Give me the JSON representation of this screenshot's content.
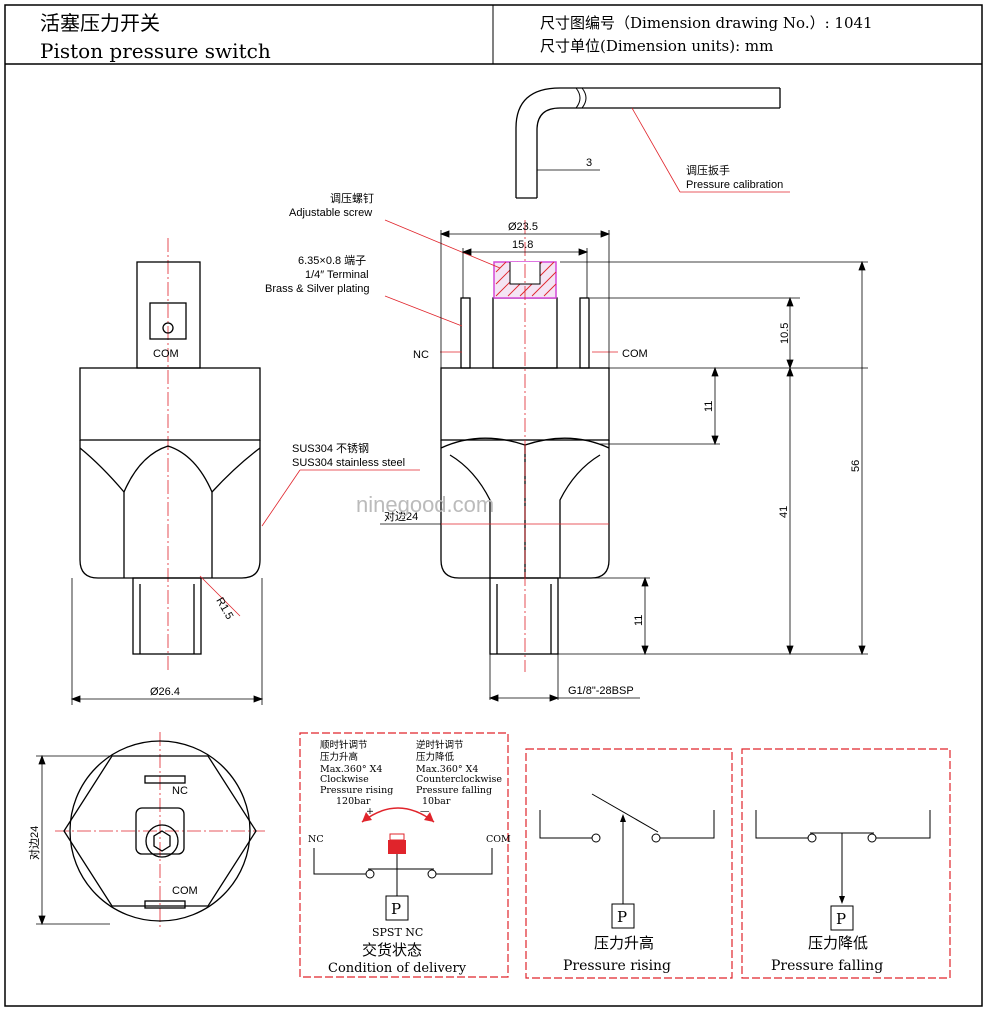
{
  "header": {
    "title_cn": "活塞压力开关",
    "title_en": "Piston pressure switch",
    "drawing_no": "尺寸图编号（Dimension drawing No.）: 1041",
    "units": "尺寸单位(Dimension units): mm"
  },
  "labels": {
    "calibration_cn": "调压扳手",
    "calibration_en": "Pressure calibration",
    "screw_cn": "调压螺钉",
    "screw_en": "Adjustable screw",
    "terminal_1": "6.35×0.8 端子",
    "terminal_2": "1/4″ Terminal",
    "terminal_3": "Brass & Silver plating",
    "material_cn": "SUS304 不锈钢",
    "material_en": "SUS304 stainless steel",
    "com": "COM",
    "nc": "NC",
    "watermark": "ninegood.com"
  },
  "dimensions": {
    "d3": "3",
    "d23_5": "Ø23.5",
    "d15_8": "15.8",
    "d10_5": "10.5",
    "d11_a": "11",
    "d56": "56",
    "d41": "41",
    "d11_b": "11",
    "flat24": "对边24",
    "r1_5": "R1.5",
    "d26_4": "Ø26.4",
    "thread": "G1/8\"-28BSP",
    "flat24_v": "对边24"
  },
  "adjust_panel": {
    "cw_cn1": "顺时针调节",
    "cw_cn2": "压力升高",
    "cw_max": "Max.360° X4",
    "cw_en1": "Clockwise",
    "cw_en2": "Pressure rising",
    "cw_val": "120bar",
    "cw_sign": "+",
    "ccw_cn1": "逆时针调节",
    "ccw_cn2": "压力降低",
    "ccw_max": "Max.360° X4",
    "ccw_en1": "Counterclockwise",
    "ccw_en2": "Pressure falling",
    "ccw_val": "10bar",
    "ccw_sign": "—",
    "nc": "NC",
    "com": "COM",
    "p": "P",
    "spst": "SPST NC",
    "delivery_cn": "交货状态",
    "delivery_en": "Condition of delivery"
  },
  "rising_panel": {
    "p": "P",
    "cn": "压力升高",
    "en": "Pressure rising"
  },
  "falling_panel": {
    "p": "P",
    "cn": "压力降低",
    "en": "Pressure falling"
  },
  "colors": {
    "red": "#e0242b",
    "pink": "#d448d8",
    "line": "#000000"
  }
}
